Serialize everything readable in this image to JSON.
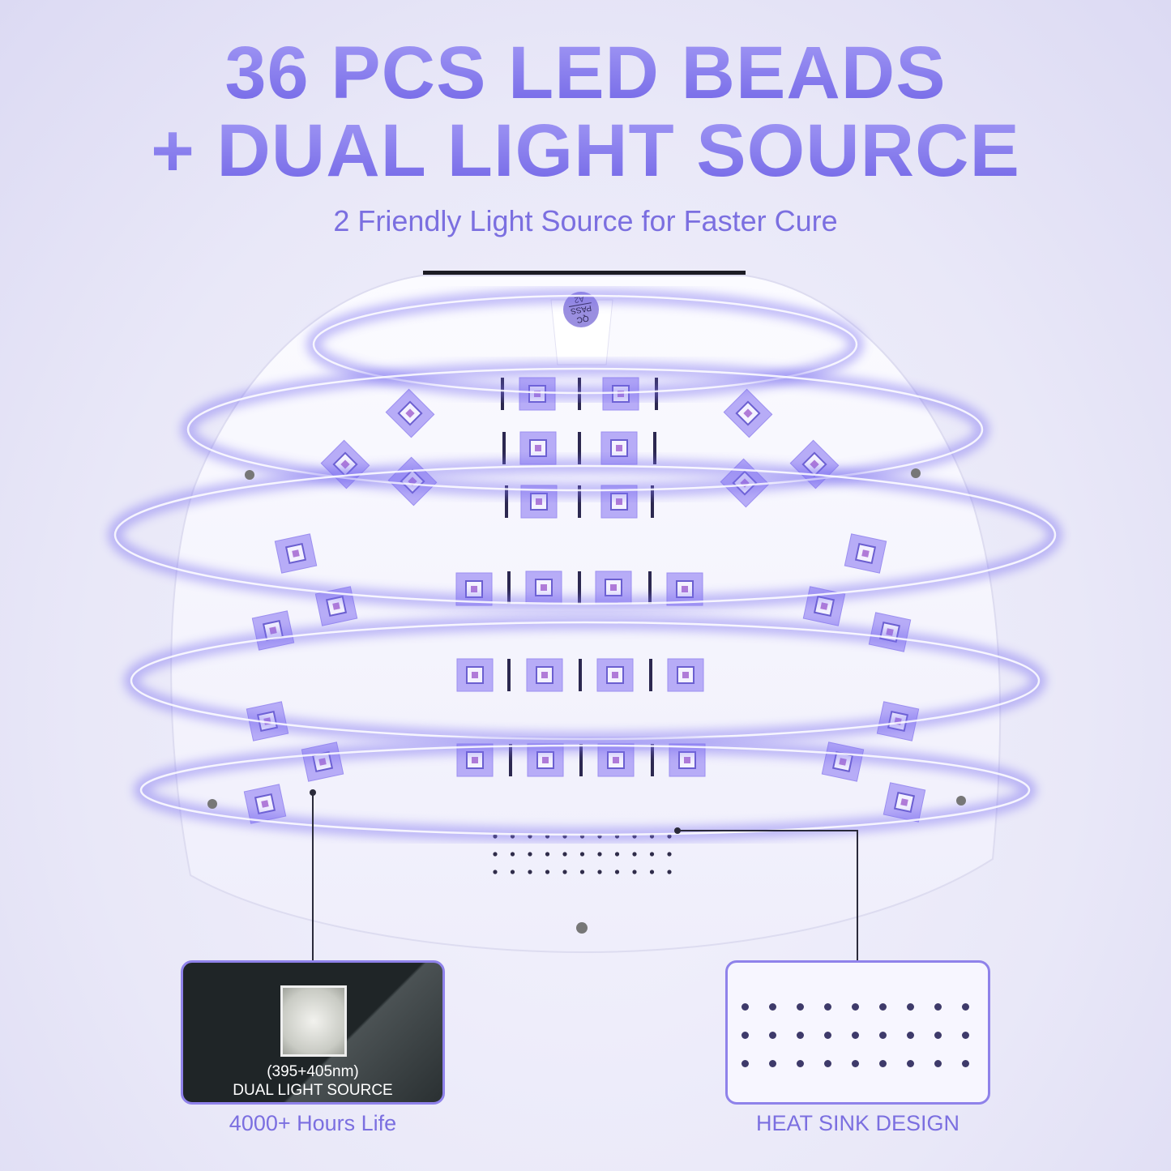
{
  "headline": {
    "line1": "36 PCS LED BEADS",
    "line2": "+ DUAL LIGHT SOURCE",
    "subtitle": "2 Friendly Light Source for Faster Cure"
  },
  "lamp": {
    "label_sticker": [
      "QC",
      "PASS",
      "A2"
    ],
    "led_count": 36,
    "glow_color": "#7b6ff0"
  },
  "callouts": {
    "led": {
      "wavelength": "(395+405nm)",
      "title": "DUAL LIGHT SOURCE",
      "caption": "4000+ Hours Life"
    },
    "heat": {
      "caption": "HEAT SINK DESIGN"
    }
  },
  "colors": {
    "accent": "#8a7ff0",
    "card_border": "#8f82ea",
    "card_dark": "#1f2527"
  }
}
